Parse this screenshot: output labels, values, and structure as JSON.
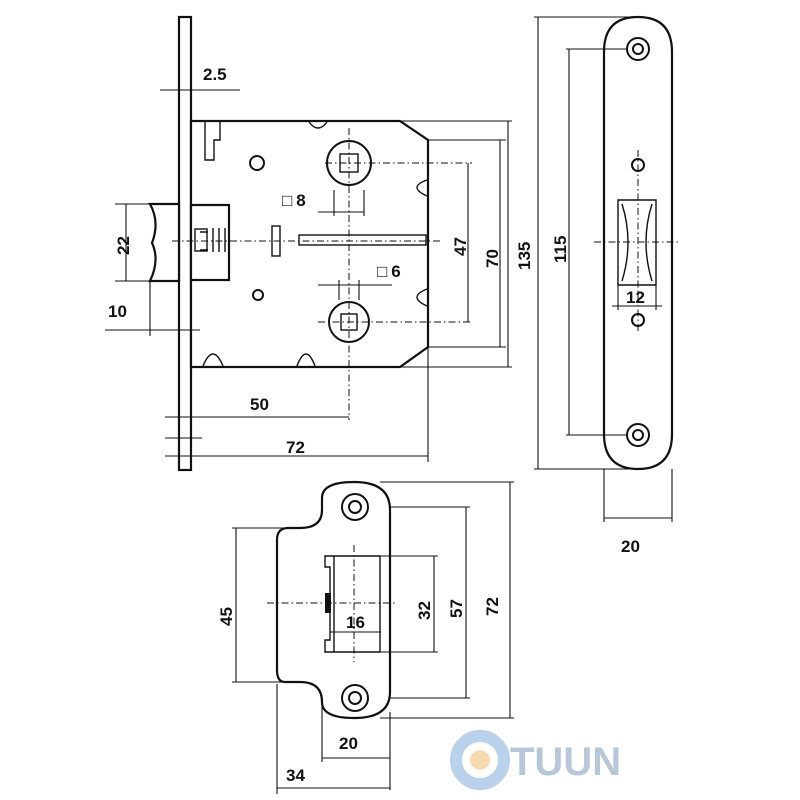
{
  "dimensions": {
    "faceplate_thickness": "2.5",
    "latch_height": "22",
    "latch_projection": "10",
    "square_spindle": "8",
    "square_lower": "6",
    "bolt_spacing": "47",
    "spindle_to_lower": "70",
    "faceplate_length": "135",
    "backset": "50",
    "body_depth": "72",
    "screw_spacing": "115",
    "latch_opening_width": "12",
    "faceplate_width": "20",
    "strike_opening_height": "45",
    "strike_inner": "32",
    "strike_outer": "57",
    "strike_length": "72",
    "strike_depth": "16",
    "strike_width": "20",
    "strike_total_width": "34"
  },
  "square_symbol": "□",
  "watermark": {
    "text": "TUUN",
    "color": "#9fb4cc"
  }
}
